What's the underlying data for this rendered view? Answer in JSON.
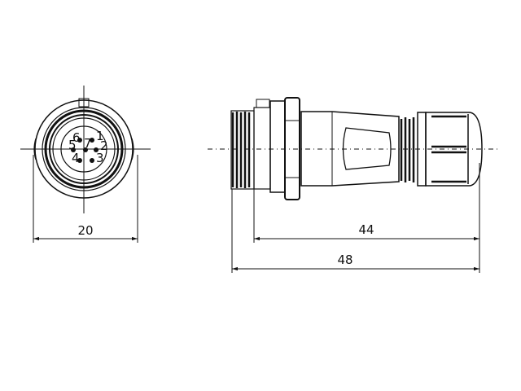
{
  "front_view": {
    "pin_labels": [
      "1",
      "2",
      "3",
      "4",
      "5",
      "6",
      "7"
    ],
    "dimension": "20"
  },
  "side_view": {
    "dimension_body": "44",
    "dimension_total": "48"
  },
  "colors": {
    "line": "#111111",
    "background": "#ffffff"
  }
}
